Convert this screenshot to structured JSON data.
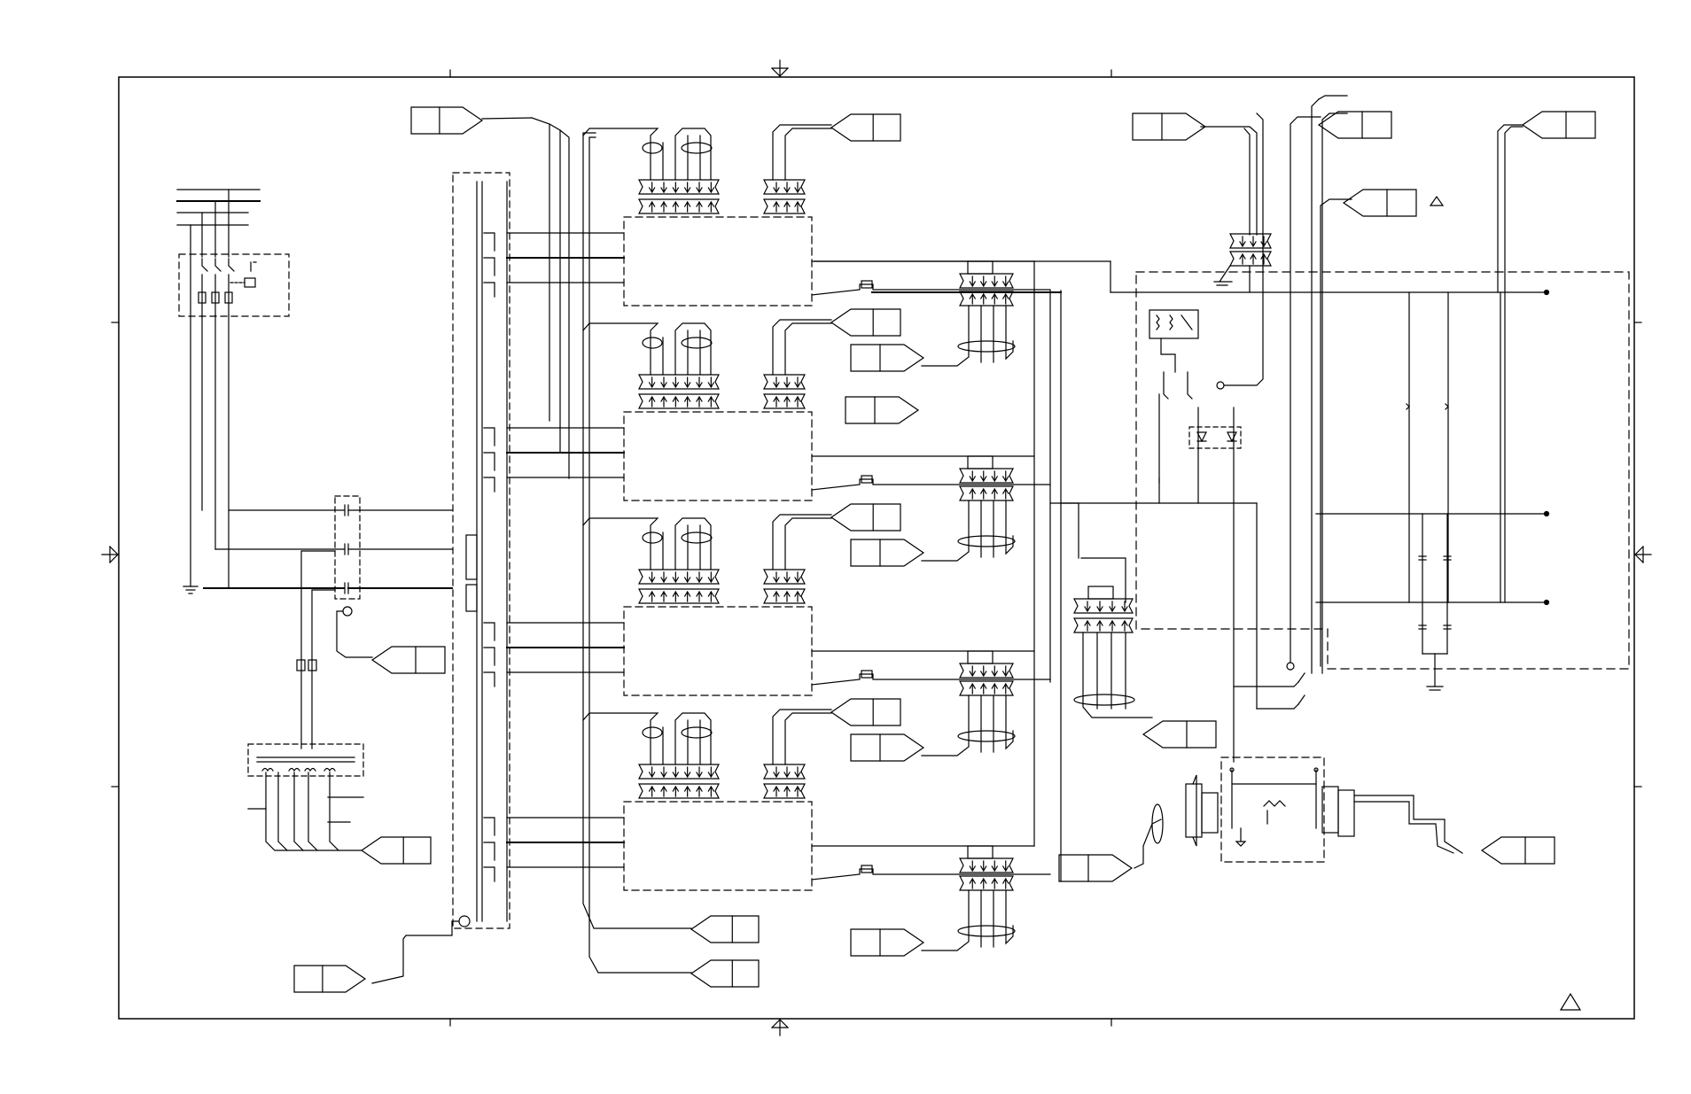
{
  "sheet": {
    "kind": "electrical schematic",
    "line_color": "#000000",
    "background": "#ffffff"
  },
  "cpu_boards": [
    {
      "id": "board-1"
    },
    {
      "id": "board-2"
    },
    {
      "id": "board-3"
    },
    {
      "id": "board-4"
    }
  ],
  "power_supply": {
    "id": "power-supply"
  },
  "connector_tags": [
    {
      "id": "tag-top-left"
    },
    {
      "id": "tag-board1-right"
    },
    {
      "id": "tag-top-right-1"
    },
    {
      "id": "tag-top-right-2"
    },
    {
      "id": "tag-top-right-3"
    },
    {
      "id": "tag-top-right-4"
    }
  ],
  "icons": [
    "ground-icon",
    "fuse-icon",
    "resistor-icon",
    "capacitor-icon",
    "diode-icon",
    "transformer-icon",
    "relay-switch-icon",
    "revision-triangle-icon"
  ]
}
